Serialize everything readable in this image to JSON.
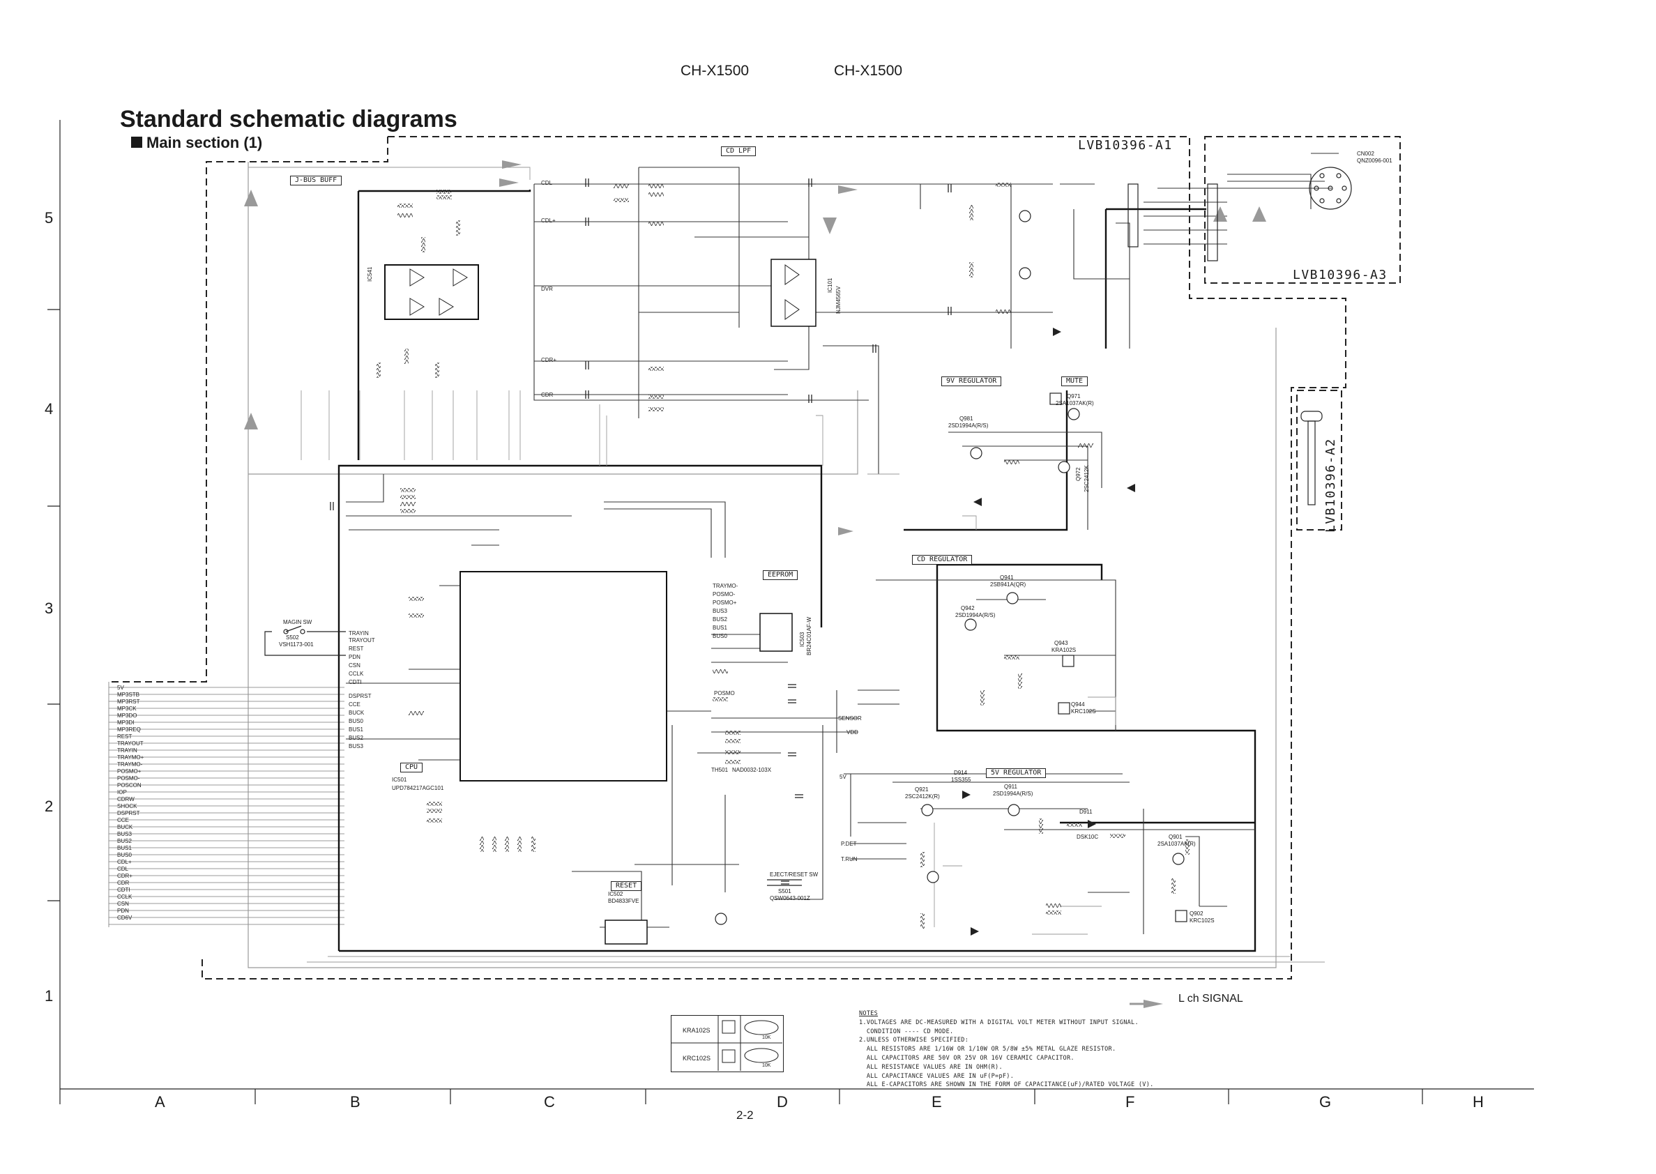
{
  "header": {
    "model_left": "CH-X1500",
    "model_right": "CH-X1500"
  },
  "title": "Standard schematic diagrams",
  "subtitle": "Main section (1)",
  "row_numbers": [
    "5",
    "4",
    "3",
    "2",
    "1"
  ],
  "column_letters": [
    "A",
    "B",
    "C",
    "D",
    "E",
    "F",
    "G",
    "H"
  ],
  "page_number": "2-2",
  "board_labels": {
    "a1": "LVB10396-A1",
    "a3": "LVB10396-A3",
    "a2": "LVB10396-A2"
  },
  "blocks": {
    "jbus_buff": "J-BUS BUFF",
    "cd_lpf": "CD LPF",
    "v9_regulator": "9V REGULATOR",
    "mute": "MUTE",
    "cd_regulator": "CD REGULATOR",
    "eeprom": "EEPROM",
    "cpu": "CPU",
    "reset": "RESET",
    "v5_regulator": "5V REGULATOR"
  },
  "components": {
    "ic541": "IC541",
    "ic501": "IC501",
    "ic501_part": "UPD784217AGC101",
    "ic101": "IC101",
    "ic101_part": "NJM4565V",
    "ic502": "IC502",
    "ic502_part": "BD4833FVE",
    "ic503": "IC503",
    "ic503_part": "BR24C01AF-W",
    "s502": "S502",
    "s502_part": "VSH1173-001",
    "main_sw": "MAGIN SW",
    "cn002": "CN002",
    "cn002_part": "QNZ0096-001",
    "q981": "Q981",
    "q981_part": "2SD1994A(R/S)",
    "q971": "Q971",
    "q971_part": "2SA1037AK(R)",
    "q972": "Q972",
    "q972_part": "2SC2412K",
    "q941": "Q941",
    "q941_part": "2SB941A(QR)",
    "q942": "Q942",
    "q942_part": "2SD1994A(R/S)",
    "q943": "Q943",
    "q943_part": "KRA102S",
    "q944": "Q944",
    "q944_part": "KRC102S",
    "q911": "Q911",
    "q911_part": "2SD1994A(R/S)",
    "q921": "Q921",
    "q921_part": "2SC2412K(R)",
    "q901": "Q901",
    "q901_part": "2SA1037AK(R)",
    "q902": "Q902",
    "q902_part": "KRC102S",
    "d914": "D914",
    "d914_part": "1SS355",
    "d911": "D911",
    "d911_part": "DSK10C",
    "eject_sw": "EJECT/RESET SW",
    "s501": "S501",
    "s501_part": "QSW0643-001Z",
    "th501": "TH501",
    "th501_part": "NAD0032-103X"
  },
  "bus_signals": [
    "5V",
    "MP3STB",
    "MP3RST",
    "MP3CK",
    "MP3DO",
    "MP3DI",
    "MP3REQ",
    "REST",
    "TRAYOUT",
    "TRAYIN",
    "TRAYMO+",
    "TRAYMO-",
    "POSMO+",
    "POSMO-",
    "POSCON",
    "IOP",
    "CDRW",
    "SHOCK",
    "DSPRST",
    "CCE",
    "BUCK",
    "BUS3",
    "BUS2",
    "BUS1",
    "BUS0",
    "CDL+",
    "CDL",
    "CDR+",
    "CDR",
    "CDTI",
    "CCLK",
    "CSN",
    "PDN",
    "CD6V"
  ],
  "cpu_left_pins": [
    "",
    "",
    "TRAYIN",
    "TRAYOUT",
    "REST",
    "PDN",
    "CSN",
    "CCLK",
    "CDTI",
    "",
    "DSPRST",
    "CCE",
    "BUCK",
    "BUS0",
    "BUS1",
    "BUS2",
    "BUS3"
  ],
  "cpu_right_pins": [
    "TRAYMO-",
    "POSMO-",
    "POSMO+",
    "BUS3",
    "BUS2",
    "BUS1",
    "BUS0"
  ],
  "net_labels": {
    "sensor": "SENSOR",
    "vdd": "VDD",
    "pdet": "P.DET",
    "trun": "T.RUN",
    "v5": "5V",
    "cdl": "CDL",
    "cdl_plus": "CDL+",
    "dvr": "DVR",
    "cdr_plus": "CDR+",
    "cdr": "CDR",
    "posmo": "POSMO"
  },
  "legend_signal": "L ch  SIGNAL",
  "notes": {
    "heading": "NOTES",
    "line1": "1.VOLTAGES ARE DC-MEASURED WITH A DIGITAL VOLT METER WITHOUT INPUT SIGNAL.",
    "line2": "  CONDITION ---- CD MODE.",
    "line3": "2.UNLESS OTHERWISE SPECIFIED:",
    "line4": "  ALL RESISTORS ARE 1/16W OR 1/10W OR 5/8W ±5% METAL GLAZE RESISTOR.",
    "line5": "  ALL CAPACITORS ARE 50V OR 25V OR 16V CERAMIC CAPACITOR.",
    "line6": "  ALL RESISTANCE VALUES ARE IN OHM(R).",
    "line7": "  ALL CAPACITANCE VALUES ARE IN uF(P=pF).",
    "line8": "  ALL E-CAPACITORS ARE SHOWN IN THE FORM OF CAPACITANCE(uF)/RATED VOLTAGE (V)."
  },
  "transistor_table": {
    "kra102s": "KRA102S",
    "krc102s": "KRC102S",
    "r_value": "10K"
  }
}
